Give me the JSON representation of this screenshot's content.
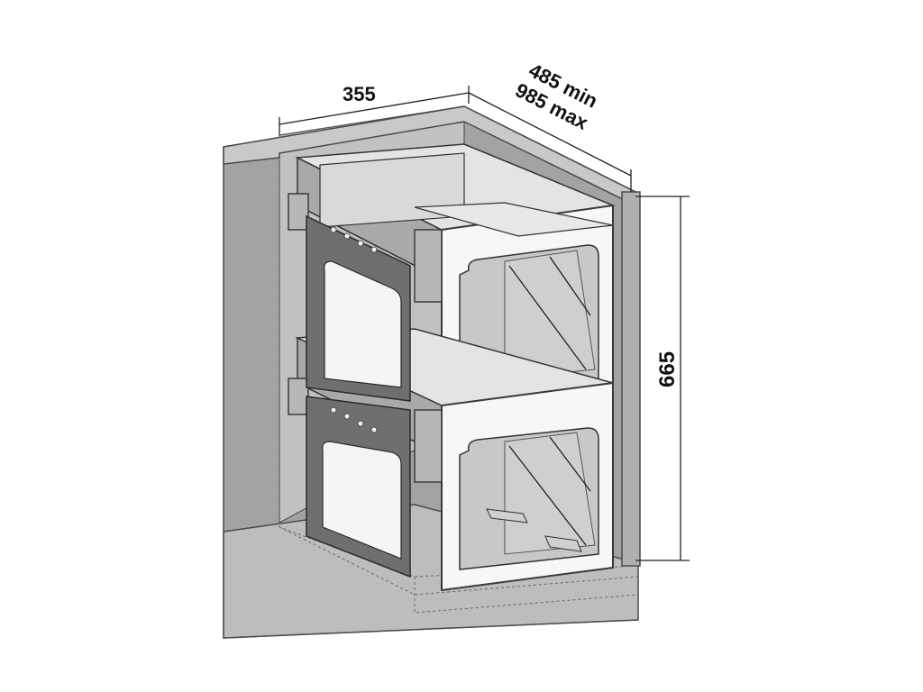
{
  "dimensions": {
    "width": "355",
    "depth_min": "485 min",
    "depth_max": "985 max",
    "height": "665"
  }
}
